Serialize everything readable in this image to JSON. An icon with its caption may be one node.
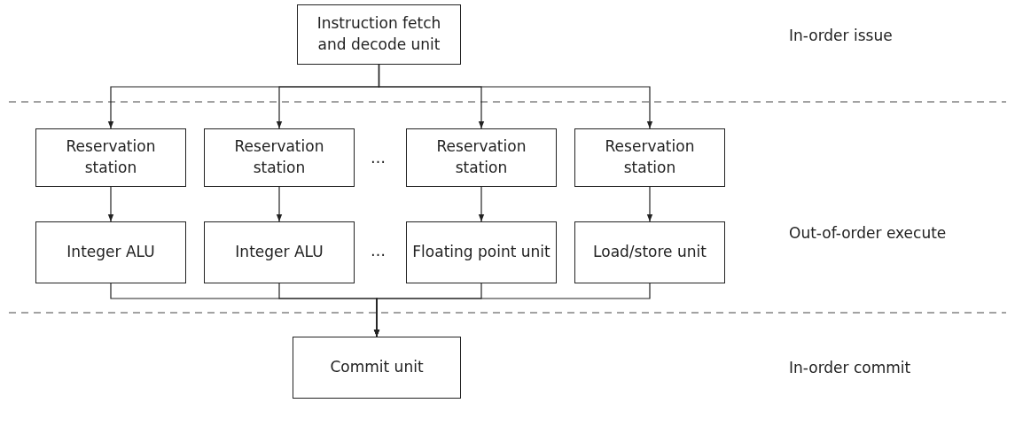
{
  "diagram": {
    "nodes": [
      {
        "text": [
          "Instruction fetch and decode unit"
        ]
      },
      {
        "text": [
          "Reservation station"
        ]
      },
      {
        "text": [
          "Reservation station"
        ]
      },
      {
        "text": [
          "Reservation station"
        ]
      },
      {
        "text": [
          "Reservation station"
        ]
      },
      {
        "text": [
          "Integer ALU"
        ]
      },
      {
        "text": [
          "Integer ALU"
        ]
      },
      {
        "text": [
          "Floating point unit"
        ]
      },
      {
        "text": [
          "Load/store unit"
        ]
      },
      {
        "text": [
          "Commit unit"
        ]
      }
    ],
    "edges": [
      {
        "from": 0,
        "to": 1,
        "arrow": "to"
      },
      {
        "from": 0,
        "to": 2,
        "arrow": "to"
      },
      {
        "from": 0,
        "to": 3,
        "arrow": "to"
      },
      {
        "from": 0,
        "to": 4,
        "arrow": "to"
      },
      {
        "from": 1,
        "to": 5,
        "arrow": "to"
      },
      {
        "from": 2,
        "to": 6,
        "arrow": "to"
      },
      {
        "from": 3,
        "to": 7,
        "arrow": "to"
      },
      {
        "from": 4,
        "to": 8,
        "arrow": "to"
      },
      {
        "from": 5,
        "to": 9,
        "arrow": "to"
      },
      {
        "from": 6,
        "to": 9,
        "arrow": "to"
      },
      {
        "from": 7,
        "to": 9,
        "arrow": "to"
      },
      {
        "from": 8,
        "to": 9,
        "arrow": "to"
      }
    ],
    "labels": [
      "In-order issue",
      "…",
      "Out-of-order execute",
      "…",
      "In-order commit"
    ]
  }
}
